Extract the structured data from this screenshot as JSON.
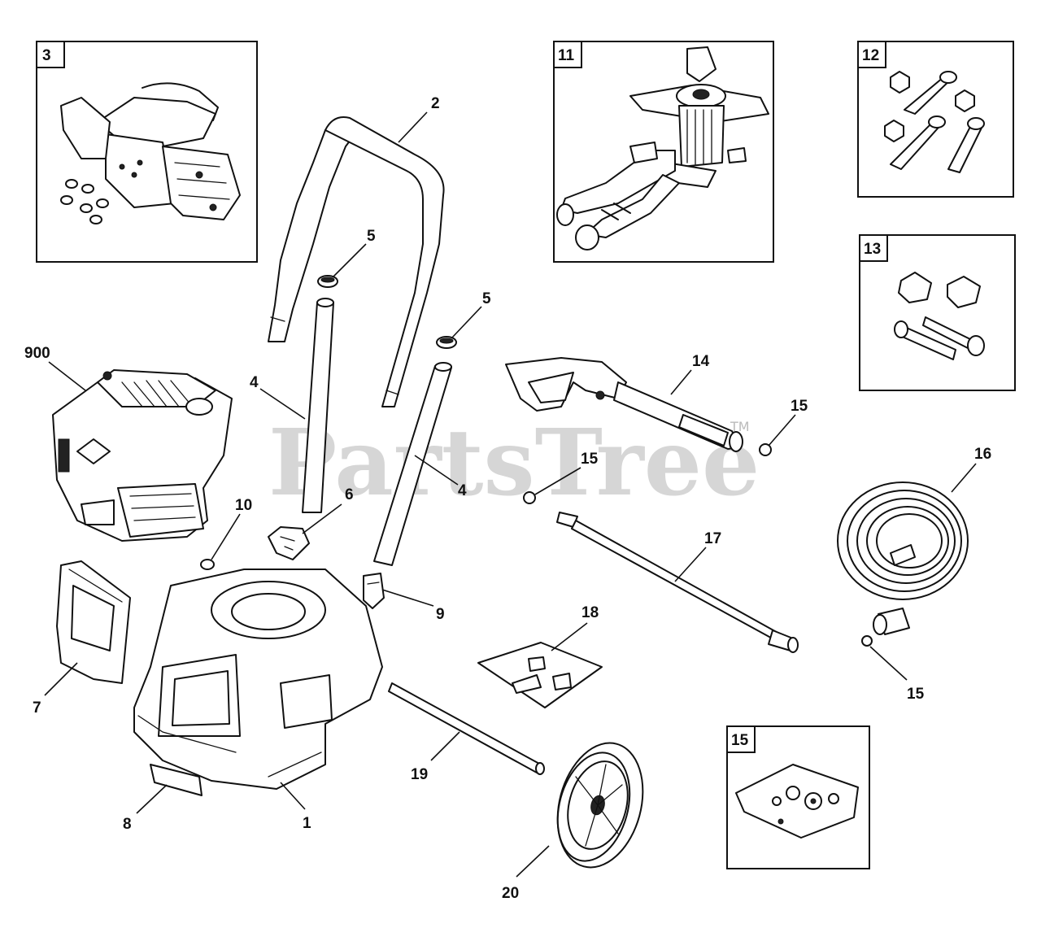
{
  "watermark": {
    "text": "PartsTree",
    "trademark": "TM"
  },
  "boxes": {
    "b3": "3",
    "b11": "11",
    "b12": "12",
    "b13": "13",
    "b15": "15"
  },
  "callouts": {
    "c2": "2",
    "c5a": "5",
    "c5b": "5",
    "c900": "900",
    "c4a": "4",
    "c4b": "4",
    "c14": "14",
    "c15a": "15",
    "c15b": "15",
    "c16": "16",
    "c10": "10",
    "c6": "6",
    "c17": "17",
    "c9": "9",
    "c18": "18",
    "c7": "7",
    "c15c": "15",
    "c19": "19",
    "c8": "8",
    "c1": "1",
    "c20": "20"
  }
}
